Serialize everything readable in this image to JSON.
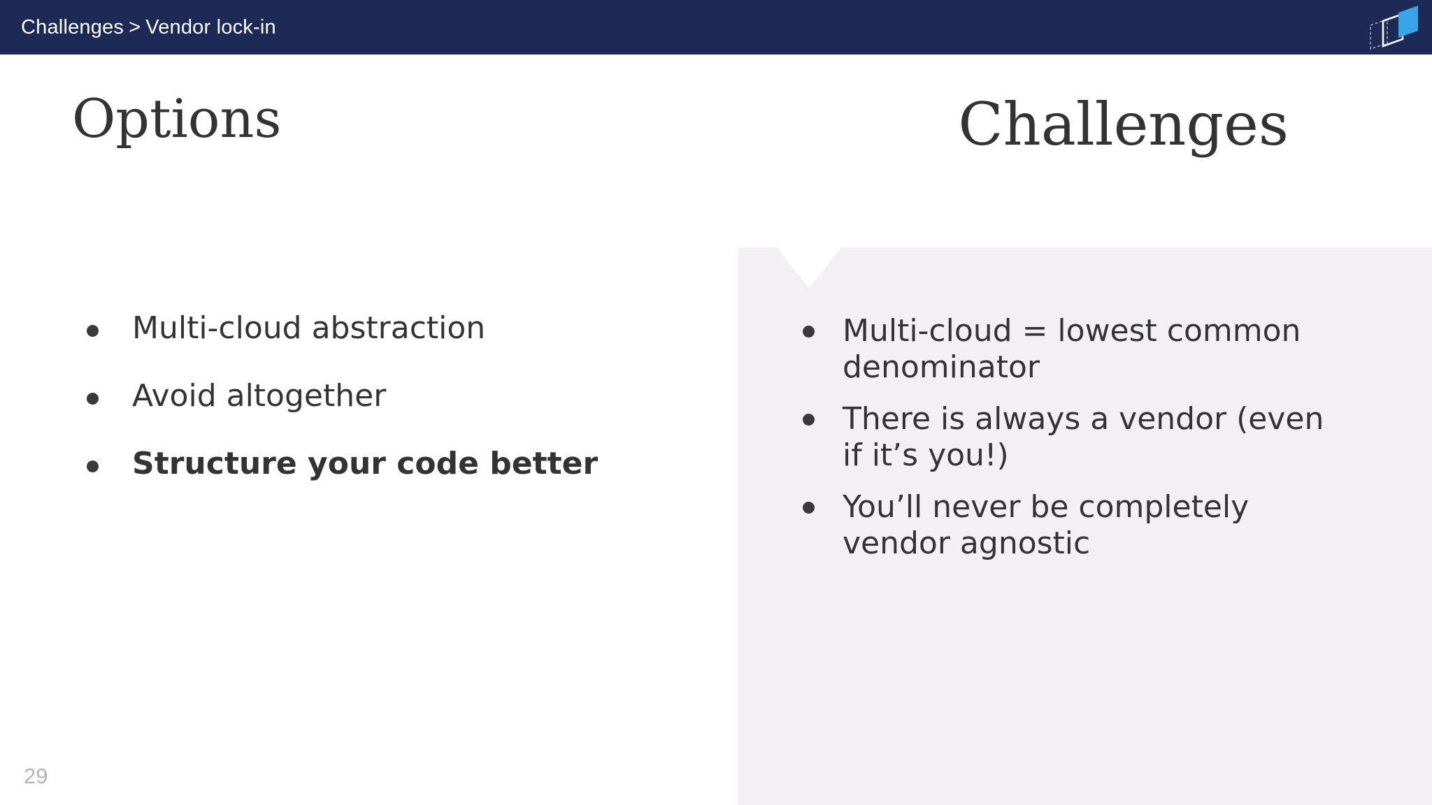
{
  "header": {
    "breadcrumb": {
      "parent": "Challenges",
      "separator": ">",
      "current": "Vendor lock-in",
      "full_text": "Challenges > Vendor lock-in"
    },
    "background_color": "#1e2a56",
    "text_color": "#ffffff",
    "logo": {
      "name": "brand-logo",
      "accent_color": "#3aa4e8",
      "outline_color": "#ffffff",
      "shape": "overlapping-parallelograms"
    }
  },
  "columns": {
    "left": {
      "heading": "Options",
      "bullets": [
        {
          "text": "Multi-cloud abstraction",
          "bold": false
        },
        {
          "text": "Avoid altogether",
          "bold": false
        },
        {
          "text": "Structure your code better",
          "bold": true
        }
      ]
    },
    "right": {
      "heading": "Challenges",
      "panel_color": "#f2f0f3",
      "bullets": [
        {
          "text": "Multi-cloud = lowest common denominator"
        },
        {
          "text": "There is always a vendor (even if it’s you!)"
        },
        {
          "text": "You’ll never be completely vendor agnostic"
        }
      ]
    }
  },
  "footer": {
    "page_number": "29",
    "page_number_color": "#b4b2b8"
  },
  "theme": {
    "slide_background": "#ffffff",
    "body_text_color": "#333333",
    "bullet_dot_color": "#3a3a3a"
  }
}
